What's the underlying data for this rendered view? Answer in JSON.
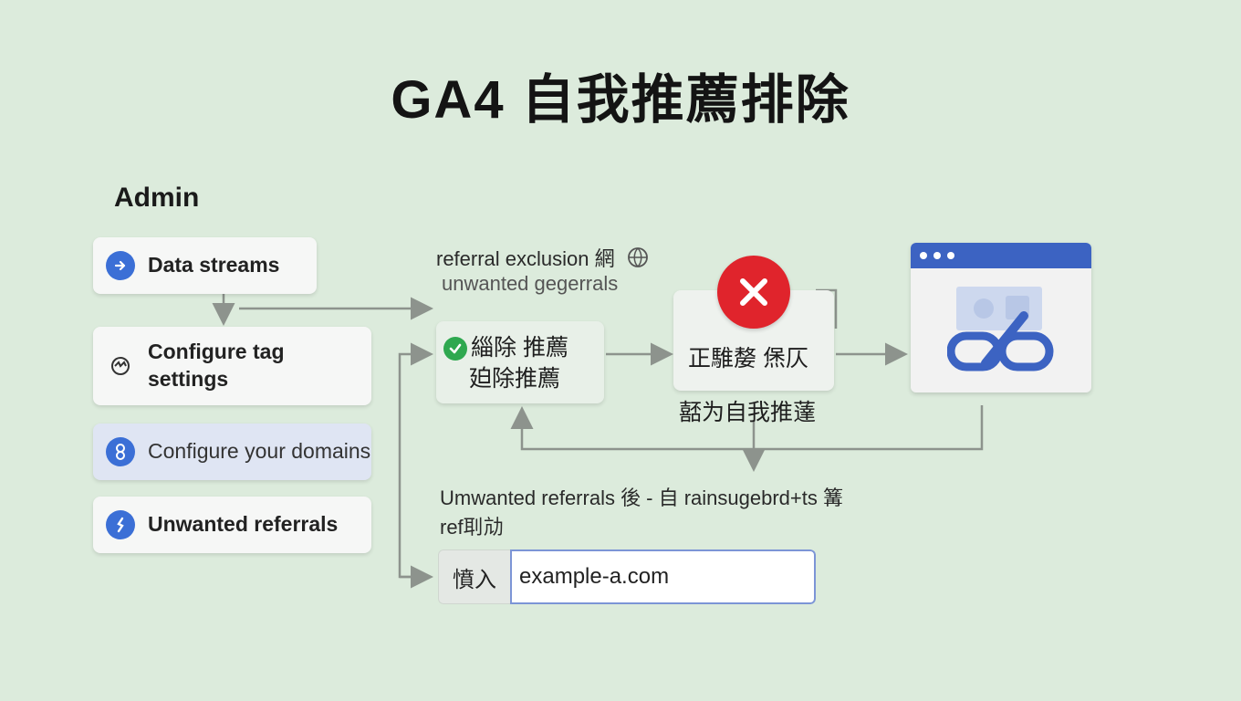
{
  "title": "GA4 自我推薦排除",
  "admin": {
    "heading": "Admin",
    "items": [
      {
        "label": "Data streams",
        "icon": "arrow-right-icon"
      },
      {
        "label_line1": "Configure tag",
        "label_line2": "settings",
        "icon": "settings-sync-icon"
      },
      {
        "label": "Configure your domains",
        "icon": "link-icon"
      },
      {
        "label": "Unwanted referrals",
        "icon": "link-icon"
      }
    ]
  },
  "annotations": {
    "line1": "referral exclusion 網",
    "line2": "unwanted gegerrals"
  },
  "step_box": {
    "line1": "緇除 推薦",
    "line2": "廹除推薦"
  },
  "error_box": {
    "label": "正騅嫠 㷛仄",
    "caption": "嚭为自我推薘"
  },
  "bottom_text": {
    "line1": "Umwanted referrals 後 - 自 rainsugebrd+ts 篝",
    "line2": "ref刵劥"
  },
  "input": {
    "prefix": "憤入",
    "value": "example-a.com"
  },
  "colors": {
    "accent_blue": "#3b6fd6",
    "browser_bar": "#3c63c2",
    "error_red": "#e0242c",
    "success_green": "#2ea84f",
    "background": "#dcebdc"
  }
}
